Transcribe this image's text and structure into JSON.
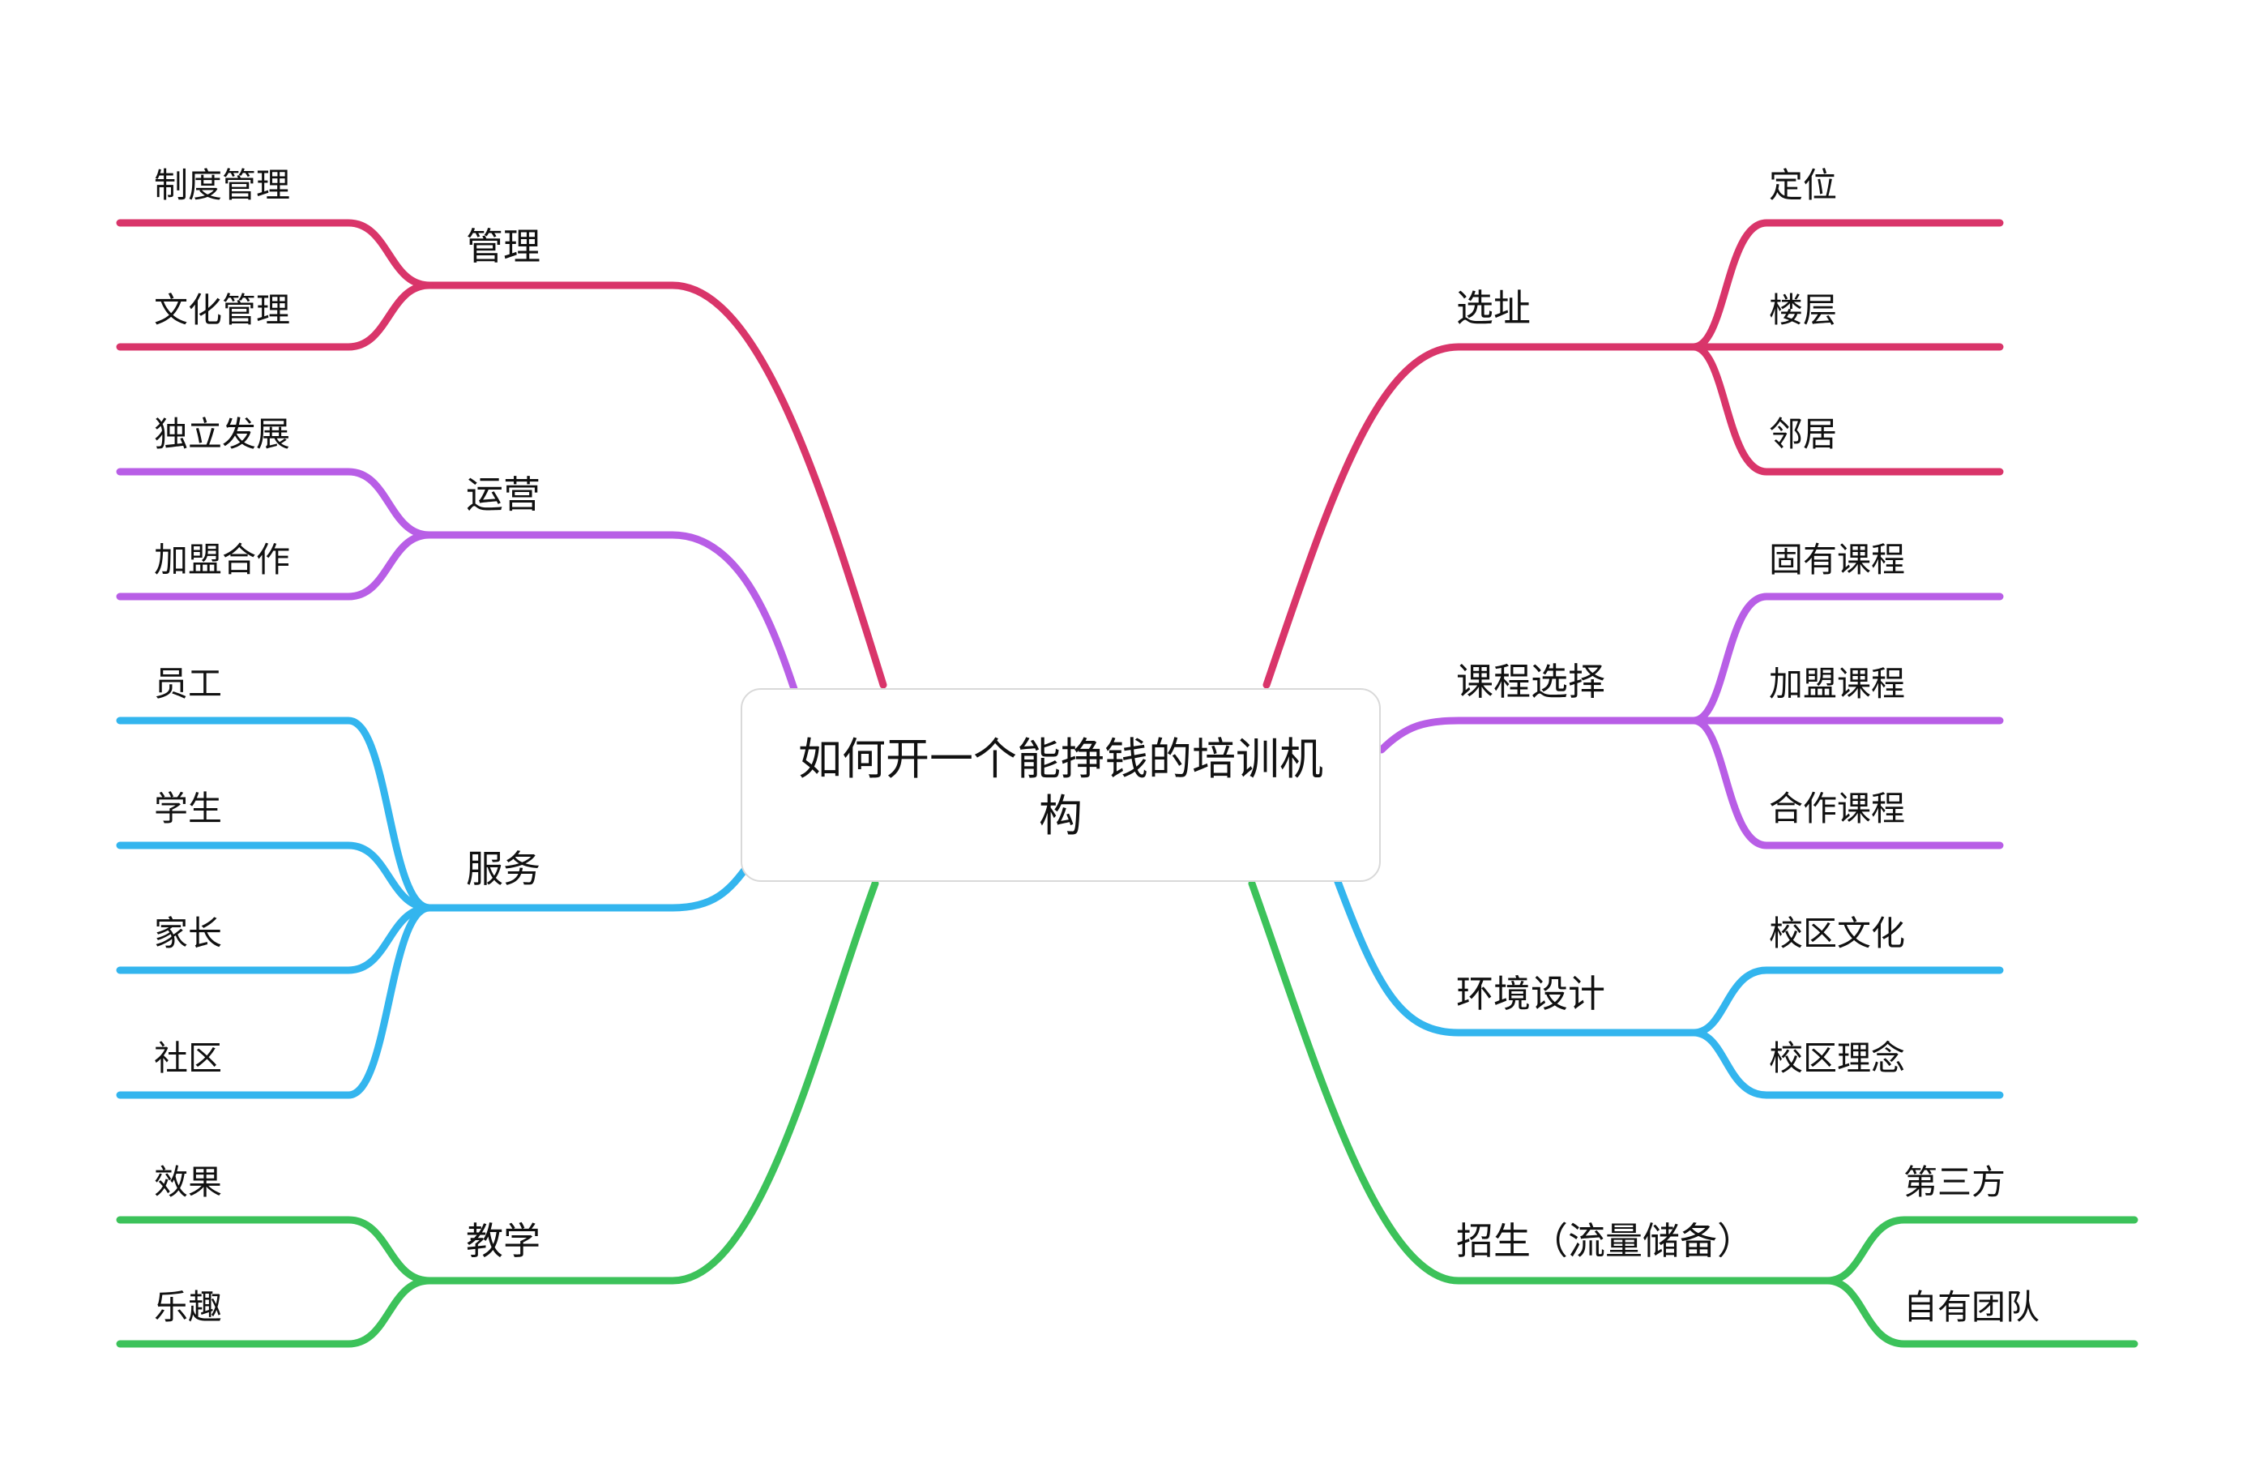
{
  "root": {
    "line1": "如何开一个能挣钱的培训机",
    "line2": "构"
  },
  "colors": {
    "red": "#d9356a",
    "purple": "#b85ee6",
    "blue": "#33b5ee",
    "green": "#3cc25a"
  },
  "branches": {
    "guanli": {
      "label": "管理",
      "children": [
        "制度管理",
        "文化管理"
      ]
    },
    "yunying": {
      "label": "运营",
      "children": [
        "独立发展",
        "加盟合作"
      ]
    },
    "fuwu": {
      "label": "服务",
      "children": [
        "员工",
        "学生",
        "家长",
        "社区"
      ]
    },
    "jiaoxue": {
      "label": "教学",
      "children": [
        "效果",
        "乐趣"
      ]
    },
    "xuanzhi": {
      "label": "选址",
      "children": [
        "定位",
        "楼层",
        "邻居"
      ]
    },
    "kecheng": {
      "label": "课程选择",
      "children": [
        "固有课程",
        "加盟课程",
        "合作课程"
      ]
    },
    "huanjing": {
      "label": "环境设计",
      "children": [
        "校区文化",
        "校区理念"
      ]
    },
    "zhaosheng": {
      "label": "招生（流量储备）",
      "children": [
        "第三方",
        "自有团队"
      ]
    }
  }
}
